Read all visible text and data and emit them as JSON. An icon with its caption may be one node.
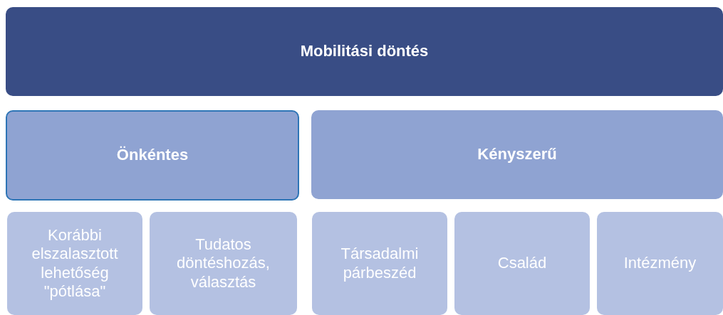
{
  "diagram": {
    "nodes": [
      {
        "text": [
          "Mobilitási döntés"
        ]
      },
      {
        "text": [
          "Önkéntes"
        ]
      },
      {
        "text": [
          "Kényszerű"
        ]
      },
      {
        "text": [
          "Korábbi elszalasztott lehetőség \"pótlása\""
        ]
      },
      {
        "text": [
          "Tudatos döntéshozás, választás"
        ]
      },
      {
        "text": [
          "Társadalmi párbeszéd"
        ]
      },
      {
        "text": [
          "Család"
        ]
      },
      {
        "text": [
          "Intézmény"
        ]
      }
    ]
  }
}
